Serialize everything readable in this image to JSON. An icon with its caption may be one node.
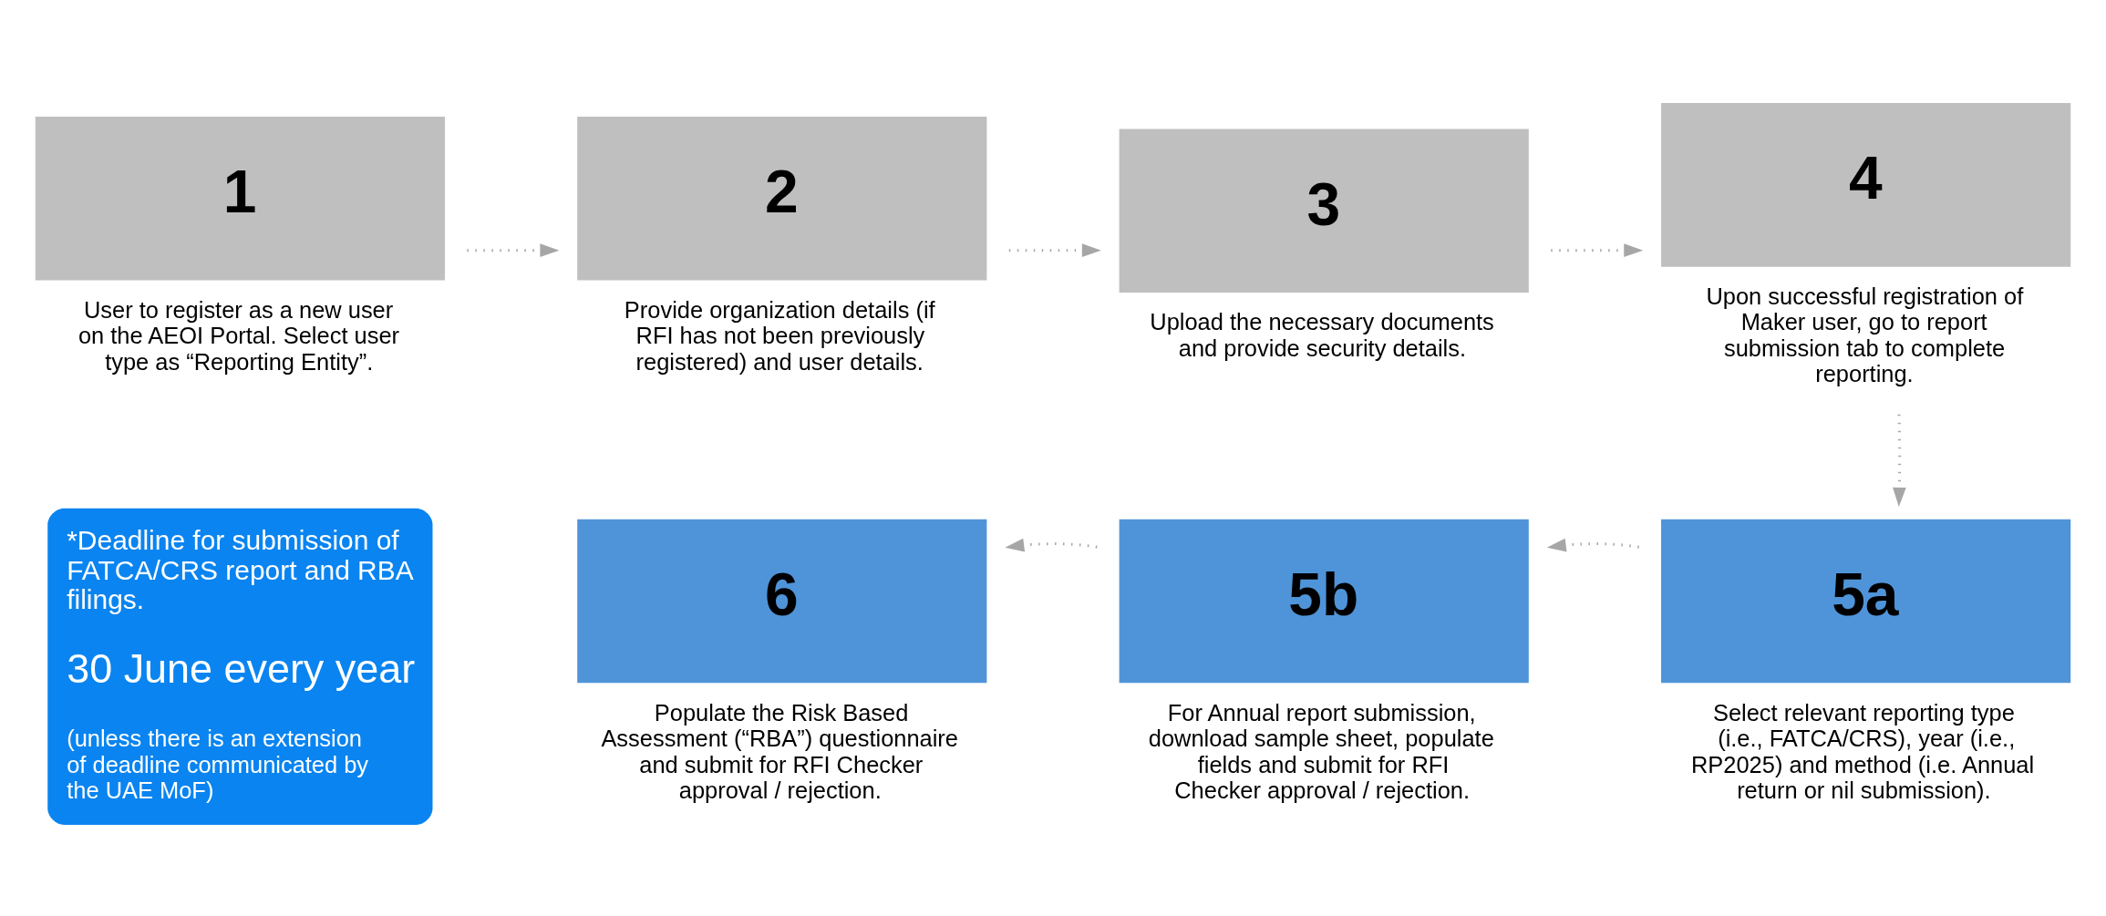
{
  "diagram": {
    "nodes": [
      {
        "text": [
          "1"
        ],
        "beside": [
          "User to register as a new user on the AEOI Portal. Select user type as “Reporting Entity”."
        ]
      },
      {
        "text": [
          "2"
        ],
        "beside": [
          "Provide organization details (if RFI has not been previously registered) and user details."
        ]
      },
      {
        "text": [
          "3"
        ],
        "beside": [
          "Upload the necessary documents and provide security details."
        ]
      },
      {
        "text": [
          "4"
        ],
        "beside": [
          "Upon successful registration of Maker user, go to report submission tab to complete reporting."
        ]
      },
      {
        "text": [
          "5a"
        ],
        "beside": [
          "Select relevant reporting type (i.e., FATCA/CRS), year (i.e., RP2025) and method (i.e. Annual return or nil submission)."
        ]
      },
      {
        "text": [
          "5b"
        ],
        "beside": [
          "For Annual report submission, download sample sheet, populate fields and submit for RFI Checker approval / rejection."
        ]
      },
      {
        "text": [
          "6"
        ],
        "beside": [
          "Populate the Risk Based Assessment (“RBA”) questionnaire and submit for RFI Checker approval / rejection."
        ]
      },
      {
        "text": [
          "*Deadline for submission of FATCA/CRS report and RBA filings.",
          "30 June every year",
          "(unless there is an extension of deadline communicated by the UAE MoF)"
        ]
      }
    ],
    "edges": [
      {
        "from": 0,
        "to": 1,
        "arrow": "to"
      },
      {
        "from": 1,
        "to": 2,
        "arrow": "to"
      },
      {
        "from": 2,
        "to": 3,
        "arrow": "to"
      },
      {
        "from": 3,
        "to": 4,
        "arrow": "to"
      },
      {
        "from": 4,
        "to": 5,
        "arrow": "to"
      },
      {
        "from": 5,
        "to": 6,
        "arrow": "to"
      }
    ]
  }
}
